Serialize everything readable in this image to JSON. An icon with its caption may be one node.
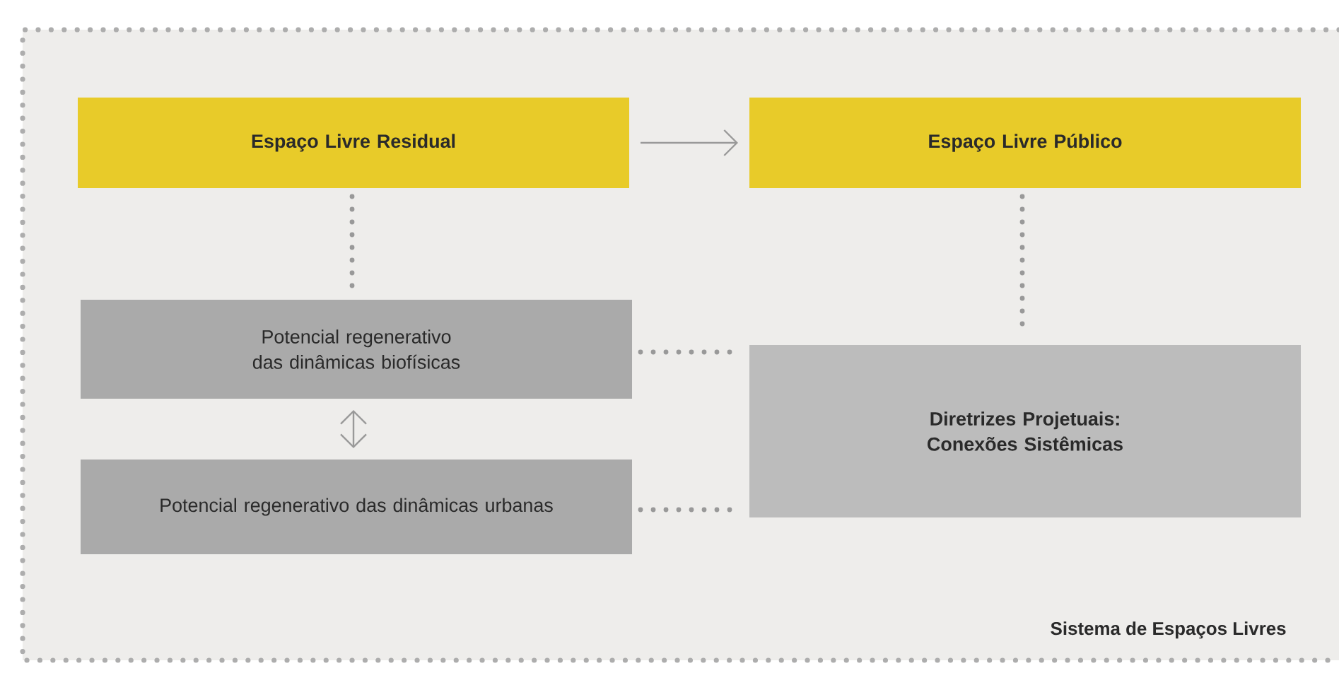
{
  "diagram": {
    "nodes": [
      {
        "text": [
          "Sistema de Espaços Livres"
        ]
      },
      {
        "text": [
          "Espaço Livre Residual"
        ],
        "in": 0
      },
      {
        "text": [
          "Espaço Livre Público"
        ],
        "in": 0
      },
      {
        "text": [
          "Potencial regenerativo das dinâmicas biofísicas"
        ],
        "in": 0
      },
      {
        "text": [
          "Potencial regenerativo das dinâmicas urbanas"
        ],
        "in": 0
      },
      {
        "text": [
          "Diretrizes Projetuais: Conexões Sistêmicas"
        ],
        "in": 0
      }
    ],
    "edges": [
      {
        "from": 1,
        "to": 2,
        "arrow": "to"
      },
      {
        "from": 1,
        "to": 3,
        "arrow": "none",
        "style": "dashed"
      },
      {
        "from": 2,
        "to": 5,
        "arrow": "none",
        "style": "dashed"
      },
      {
        "from": 3,
        "to": 4,
        "arrow": "both"
      },
      {
        "from": 3,
        "to": 5,
        "arrow": "none",
        "style": "dashed"
      },
      {
        "from": 4,
        "to": 5,
        "arrow": "none",
        "style": "dashed"
      }
    ]
  }
}
